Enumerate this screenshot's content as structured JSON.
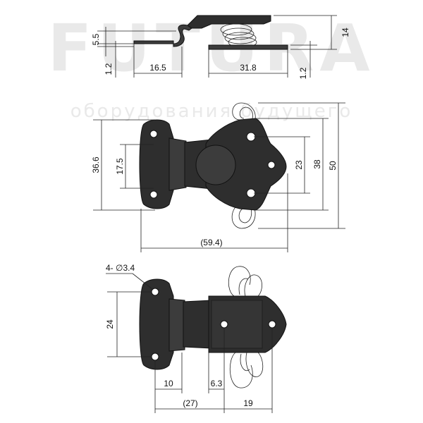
{
  "watermark": {
    "brand": "FUTURA",
    "tagline": "оборудования будущего"
  },
  "side_view": {
    "height": "14",
    "rise": "5.5",
    "thickness_left": "1.2",
    "thickness_right": "1.2",
    "left_length": "16.5",
    "right_length": "31.8"
  },
  "open_view": {
    "hinge_height": "36.6",
    "hinge_hole_spacing": "17.5",
    "hasp_hole_spacing": "23",
    "hasp_height": "38",
    "total_height": "50",
    "total_length": "(59.4)"
  },
  "closed_view": {
    "hole_callout": "4- ∅3.4",
    "hole_spacing": "24",
    "hinge_offset": "10",
    "hole_offset": "6.3",
    "hinge_to_hole": "(27)",
    "hole_to_end": "19"
  }
}
